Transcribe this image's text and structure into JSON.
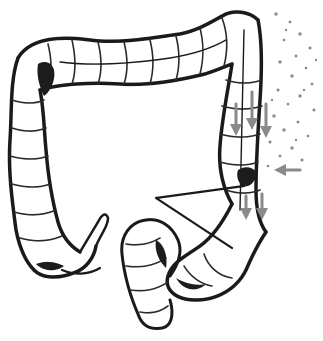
{
  "figure": {
    "subject": "colon-illustration",
    "labels": []
  },
  "colors": {
    "ink": "#1a1a1a",
    "shade": "#1c1c1c",
    "arrow": "#8a8a8a",
    "background": "#ffffff"
  },
  "icons": {
    "arrows": "down-arrow",
    "pointer": "left-arrow"
  }
}
